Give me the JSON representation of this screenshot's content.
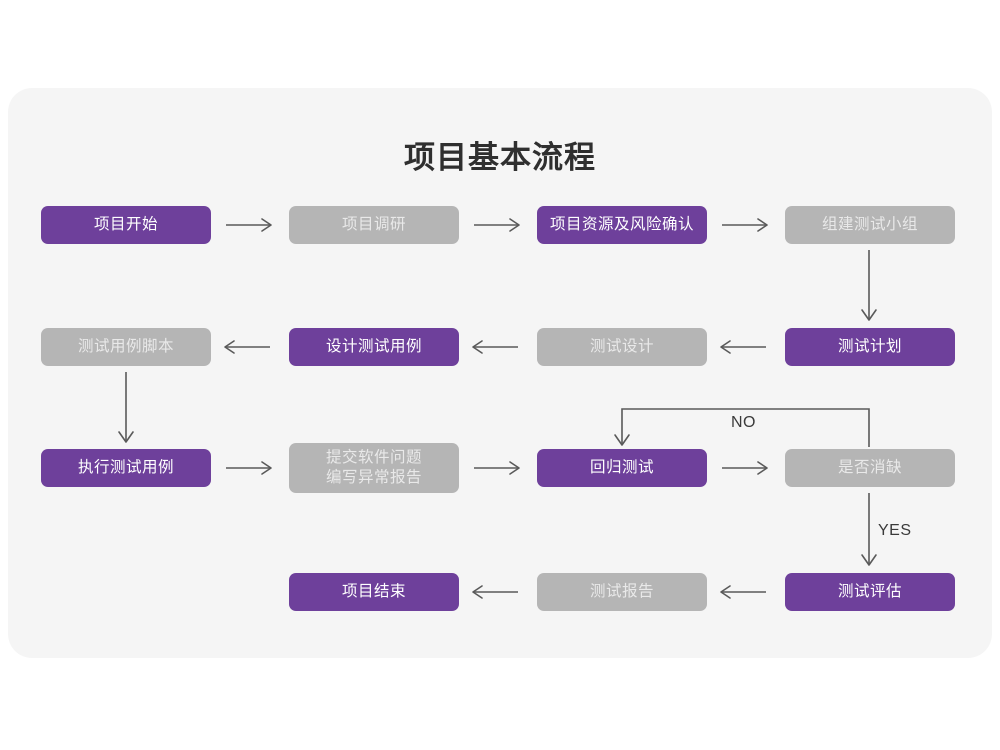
{
  "page": {
    "background_color": "#ffffff",
    "card_color": "#f5f5f5"
  },
  "title": "项目基本流程",
  "theme": {
    "accent_color": "#6e409b",
    "muted_color": "#b5b5b5",
    "line_color": "#5a5a5a",
    "title_color": "#2f2f2f"
  },
  "chart_data": {
    "type": "diagram",
    "title": "项目基本流程",
    "nodes": [
      {
        "id": "n1",
        "label": "项目开始",
        "style": "purple",
        "row": 1,
        "col": 1
      },
      {
        "id": "n2",
        "label": "项目调研",
        "style": "gray",
        "row": 1,
        "col": 2
      },
      {
        "id": "n3",
        "label": "项目资源及风险确认",
        "style": "purple",
        "row": 1,
        "col": 3
      },
      {
        "id": "n4",
        "label": "组建测试小组",
        "style": "gray",
        "row": 1,
        "col": 4
      },
      {
        "id": "n5",
        "label": "测试用例脚本",
        "style": "gray",
        "row": 2,
        "col": 1
      },
      {
        "id": "n6",
        "label": "设计测试用例",
        "style": "purple",
        "row": 2,
        "col": 2
      },
      {
        "id": "n7",
        "label": "测试设计",
        "style": "gray",
        "row": 2,
        "col": 3
      },
      {
        "id": "n8",
        "label": "测试计划",
        "style": "purple",
        "row": 2,
        "col": 4
      },
      {
        "id": "n9",
        "label": "执行测试用例",
        "style": "purple",
        "row": 3,
        "col": 1
      },
      {
        "id": "n10",
        "label": "提交软件问题\n编写异常报告",
        "style": "gray",
        "row": 3,
        "col": 2
      },
      {
        "id": "n11",
        "label": "回归测试",
        "style": "purple",
        "row": 3,
        "col": 3
      },
      {
        "id": "n12",
        "label": "是否消缺",
        "style": "gray",
        "row": 3,
        "col": 4
      },
      {
        "id": "n13",
        "label": "项目结束",
        "style": "purple",
        "row": 4,
        "col": 2
      },
      {
        "id": "n14",
        "label": "测试报告",
        "style": "gray",
        "row": 4,
        "col": 3
      },
      {
        "id": "n15",
        "label": "测试评估",
        "style": "purple",
        "row": 4,
        "col": 4
      }
    ],
    "edges": [
      {
        "from": "n1",
        "to": "n2",
        "direction": "right"
      },
      {
        "from": "n2",
        "to": "n3",
        "direction": "right"
      },
      {
        "from": "n3",
        "to": "n4",
        "direction": "right"
      },
      {
        "from": "n4",
        "to": "n8",
        "direction": "down"
      },
      {
        "from": "n8",
        "to": "n7",
        "direction": "left"
      },
      {
        "from": "n7",
        "to": "n6",
        "direction": "left"
      },
      {
        "from": "n6",
        "to": "n5",
        "direction": "left"
      },
      {
        "from": "n5",
        "to": "n9",
        "direction": "down"
      },
      {
        "from": "n9",
        "to": "n10",
        "direction": "right"
      },
      {
        "from": "n10",
        "to": "n11",
        "direction": "right"
      },
      {
        "from": "n11",
        "to": "n12",
        "direction": "right"
      },
      {
        "from": "n12",
        "to": "n11",
        "direction": "loop-up-left",
        "label": "NO"
      },
      {
        "from": "n12",
        "to": "n15",
        "direction": "down",
        "label": "YES"
      },
      {
        "from": "n15",
        "to": "n14",
        "direction": "left"
      },
      {
        "from": "n14",
        "to": "n13",
        "direction": "left"
      }
    ],
    "edge_labels": {
      "no": "NO",
      "yes": "YES"
    }
  }
}
